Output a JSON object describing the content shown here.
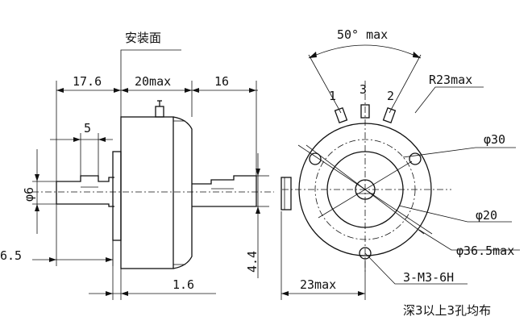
{
  "side_view": {
    "mounting_face_label": "安装面",
    "dim_17_6": "17.6",
    "dim_20max": "20max",
    "dim_16": "16",
    "dim_5": "5",
    "dim_phi6": "φ6",
    "dim_6_5": "6.5",
    "dim_4_4": "4.4",
    "dim_1_6": "1.6"
  },
  "front_view": {
    "angle_label": "50° max",
    "radius_label": "R23max",
    "terminal_1": "1",
    "terminal_2": "2",
    "terminal_3": "3",
    "dim_phi30": "φ30",
    "dim_phi20": "φ20",
    "dim_phi36_5": "φ36.5max",
    "dim_23max": "23max",
    "holes_label": "3-M3-6H",
    "holes_note": "深3以上3孔均布"
  }
}
